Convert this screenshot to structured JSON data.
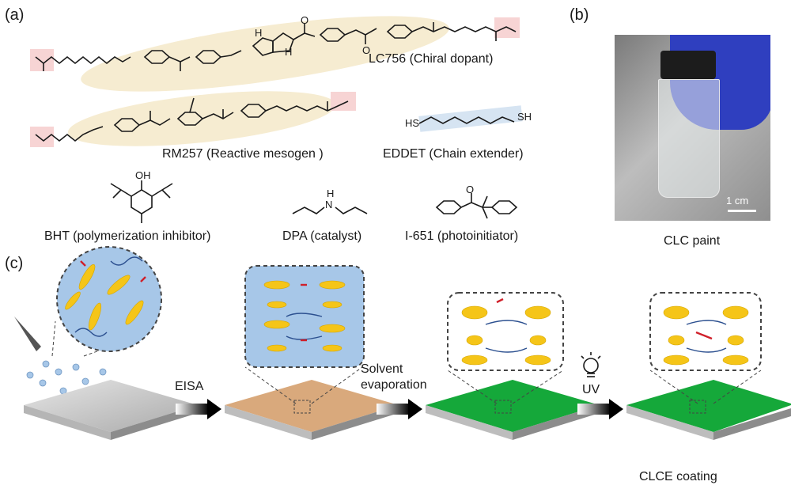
{
  "panels": {
    "a": "(a)",
    "b": "(b)",
    "c": "(c)"
  },
  "molecules": {
    "lc756": "LC756 (Chiral dopant)",
    "rm257": "RM257 (Reactive mesogen )",
    "eddet": "EDDET (Chain extender)",
    "bht": "BHT (polymerization inhibitor)",
    "dpa": "DPA (catalyst)",
    "i651": "I-651 (photoinitiator)"
  },
  "atoms": {
    "o": "O",
    "oh": "OH",
    "h": "H",
    "n": "N",
    "hs": "HS",
    "sh": "SH"
  },
  "photo": {
    "caption": "CLC paint",
    "scale_bar": "1 cm"
  },
  "process": {
    "step1": "EISA",
    "step2_line1": "Solvent",
    "step2_line2": "evaporation",
    "step3": "UV",
    "final": "CLCE coating"
  },
  "colors": {
    "acrylate_highlight": "#f7d4d4",
    "mesogen_highlight": "#f6ecd1",
    "spacer_highlight": "#d6e4f2",
    "blank_substrate": "#cfcfcf",
    "eisa_substrate": "#d9a97c",
    "clce_substrate": "#15a83a",
    "droplet": "#a7c7e8",
    "mesogen": "#f5c518",
    "chain": "#2b4f8f",
    "end_group": "#d0202a"
  }
}
